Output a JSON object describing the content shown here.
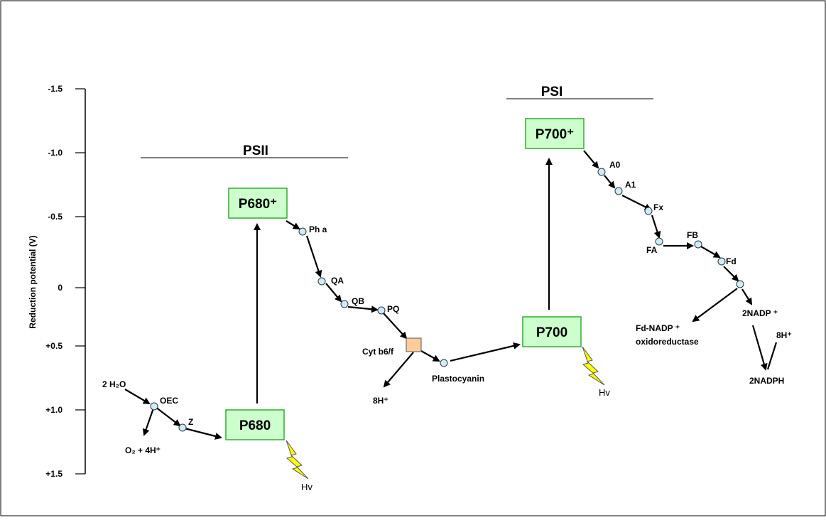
{
  "axis": {
    "label": "Reduction potential (V)",
    "ticks": [
      "-1.5",
      "-1.0",
      "-0.5",
      "0",
      "+0.5",
      "+1.0",
      "+1.5"
    ]
  },
  "photosystems": {
    "psii": "PSII",
    "psi": "PSI"
  },
  "boxes": {
    "p680_plus": "P680⁺",
    "p680": "P680",
    "p700": "P700",
    "p700_plus": "P700⁺"
  },
  "labels": {
    "water": "2 H₂O",
    "oec": "OEC",
    "z": "Z",
    "oxygen": "O₂ + 4H⁺",
    "pha": "Ph a",
    "qa": "QA",
    "qb": "QB",
    "pq": "PQ",
    "cyt": "Cyt b6/f",
    "h8_left": "8H⁺",
    "plastocyanin": "Plastocyanin",
    "a0": "A0",
    "a1": "A1",
    "fx": "Fx",
    "fa": "FA",
    "fb": "FB",
    "fd": "Fd",
    "fnr_line1": "Fd-NADP ⁺",
    "fnr_line2": "oxidoreductase",
    "nadp": "2NADP ⁺",
    "h8_right": "8H⁺",
    "nadph": "2NADPH",
    "hv": "Hv"
  },
  "colors": {
    "box_green": "#ccffcc",
    "box_border": "#33aa33",
    "carrier_fill": "#ccecff",
    "cyt_fill": "#ffcc99",
    "lightning": "#ffff00"
  }
}
